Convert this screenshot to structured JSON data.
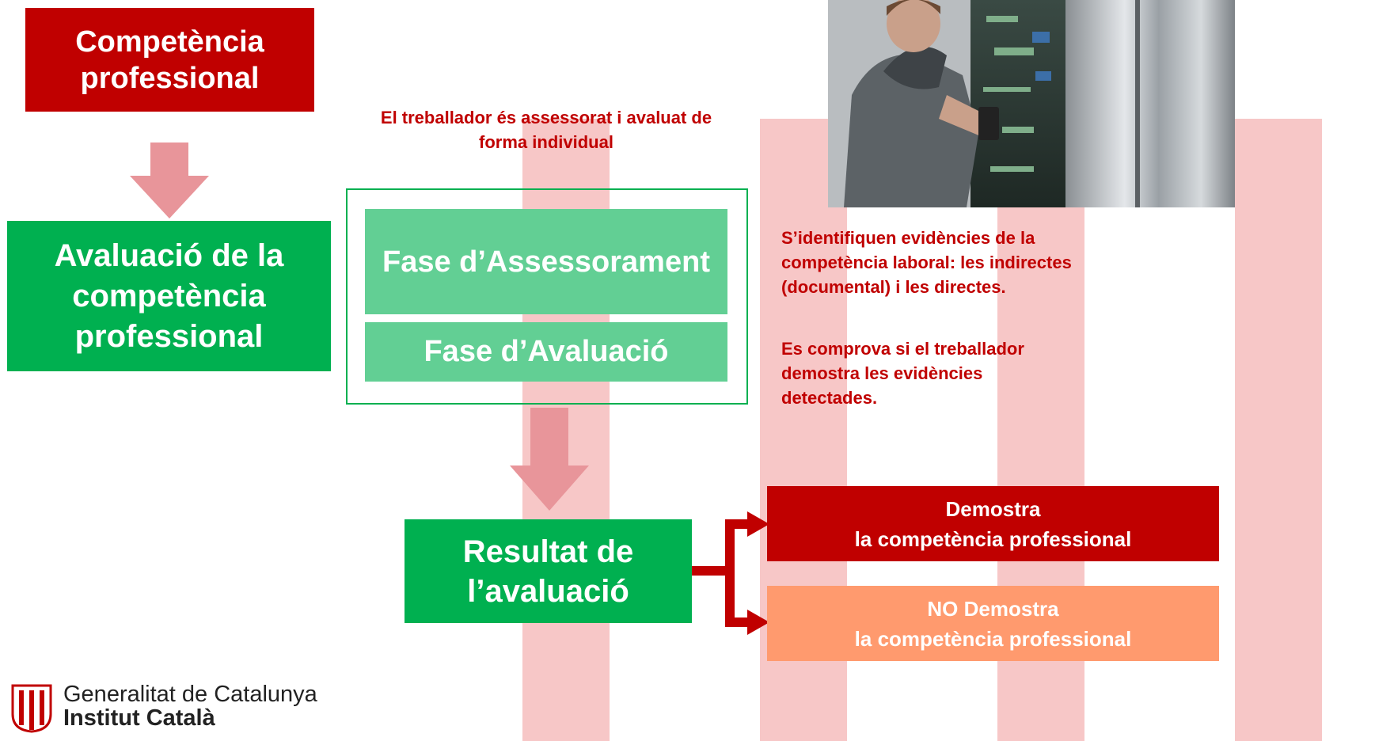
{
  "boxes": {
    "competencia": "Competència professional",
    "avaluacio": "Avaluació de la competència professional",
    "fase_assessorament": "Fase d’Assessorament",
    "fase_avaluacio": "Fase d’Avaluació",
    "resultat": "Resultat de l’avaluació",
    "demostra": "Demostra\nla competència professional",
    "no_demostra": "NO Demostra\nla competència professional"
  },
  "notes": {
    "individual": "El treballador és assessorat i avaluat de forma individual",
    "evidencies": "S’identifiquen evidències de la competència laboral: les indirectes (documental) i les directes.",
    "comprova": "Es comprova si el treballador demostra les evidències detectades."
  },
  "logo": {
    "line1": "Generalitat de Catalunya",
    "line2": "Institut Català"
  },
  "colors": {
    "red": "#c00000",
    "green": "#00b050",
    "light_green": "#62cf94",
    "salmon": "#ff9a6e",
    "arrow_pink": "#e8959a"
  },
  "photo": {
    "subject": "technician-with-handheld-device-at-elevator-control-panel"
  }
}
